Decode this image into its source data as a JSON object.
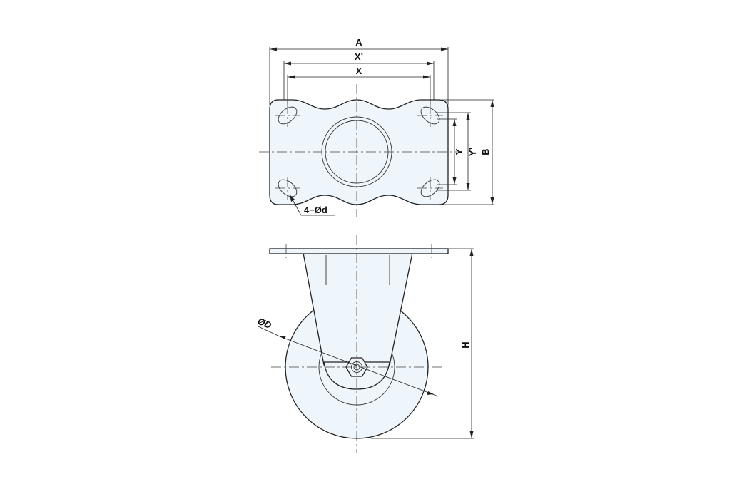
{
  "drawing": {
    "top_view": {
      "labels": {
        "A": "A",
        "X_prime": "X’",
        "X": "X",
        "B": "B",
        "Y_prime": "Y’",
        "Y": "Y",
        "holes": "4−Ød"
      }
    },
    "side_view": {
      "labels": {
        "D": "ØD",
        "H": "H"
      }
    }
  },
  "colors": {
    "part_fill": "#eef5fb",
    "line": "#222222"
  }
}
